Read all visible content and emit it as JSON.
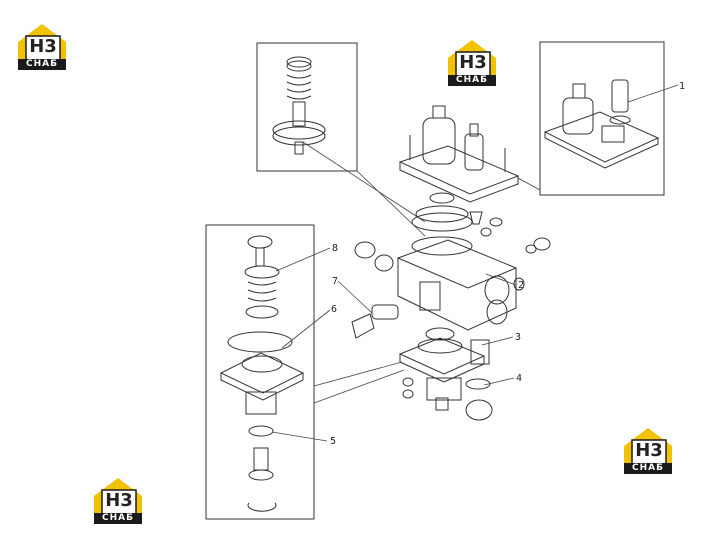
{
  "logo": {
    "letters": "H3",
    "band": "СНАБ"
  },
  "callouts": [
    "1",
    "2",
    "3",
    "4",
    "5",
    "6",
    "7",
    "8"
  ],
  "colors": {
    "line": "#333333",
    "logo_yellow": "#f2c200",
    "logo_dark": "#1a1a1a"
  }
}
